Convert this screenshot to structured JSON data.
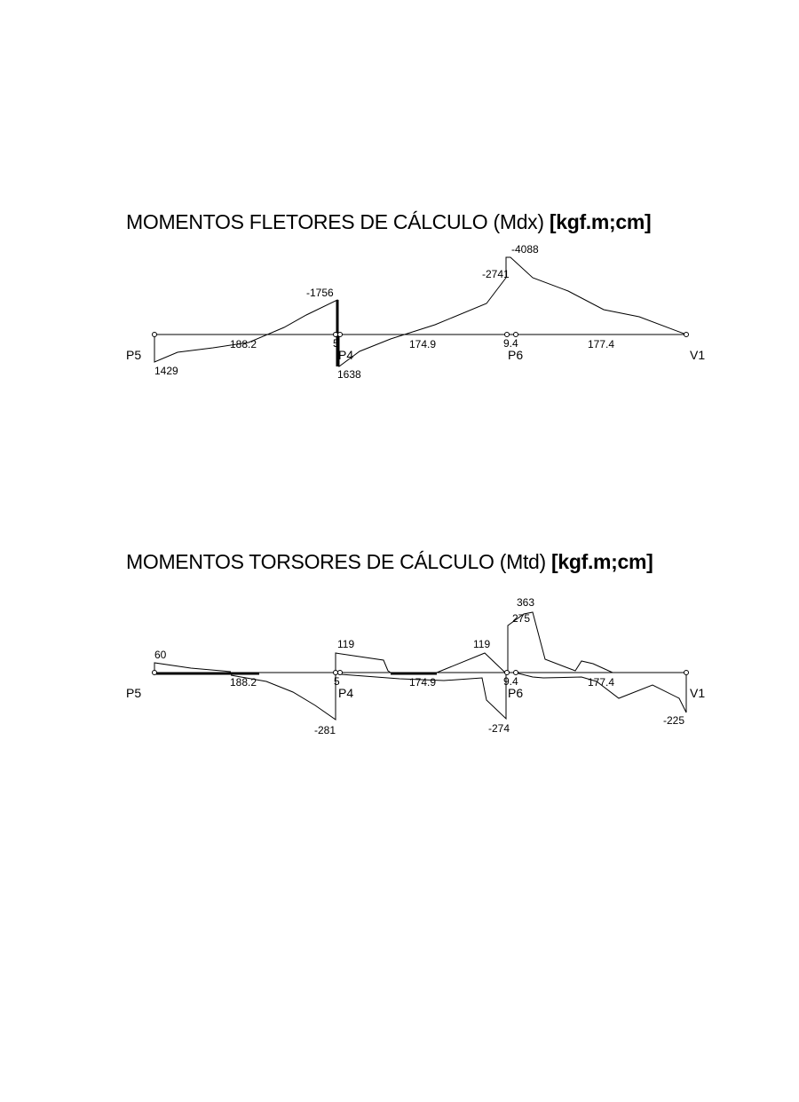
{
  "diagram_1": {
    "title": "MOMENTOS FLETORES DE CÁLCULO (Mdx)",
    "unit": "[kgf.m;cm]",
    "nodes": [
      "P5",
      "P4",
      "P6",
      "V1"
    ],
    "span_lengths": [
      "188.2",
      "5",
      "174.9",
      "9.4",
      "177.4"
    ],
    "values": {
      "p5_bottom": "1429",
      "p4_top": "-1756",
      "p4_bottom": "1638",
      "p6_left": "-2741",
      "p6_peak": "-4088"
    }
  },
  "diagram_2": {
    "title": "MOMENTOS TORSORES DE CÁLCULO (Mtd)",
    "unit": "[kgf.m;cm]",
    "nodes": [
      "P5",
      "P4",
      "P6",
      "V1"
    ],
    "span_lengths": [
      "188.2",
      "5",
      "174.9",
      "9.4",
      "177.4"
    ],
    "values": {
      "p5_top": "60",
      "p4_bottom": "-281",
      "p4_top": "119",
      "mid_top": "119",
      "p6_bottom": "-274",
      "p6_top": "275",
      "p6_peak": "363",
      "v1_bottom": "-225"
    }
  }
}
